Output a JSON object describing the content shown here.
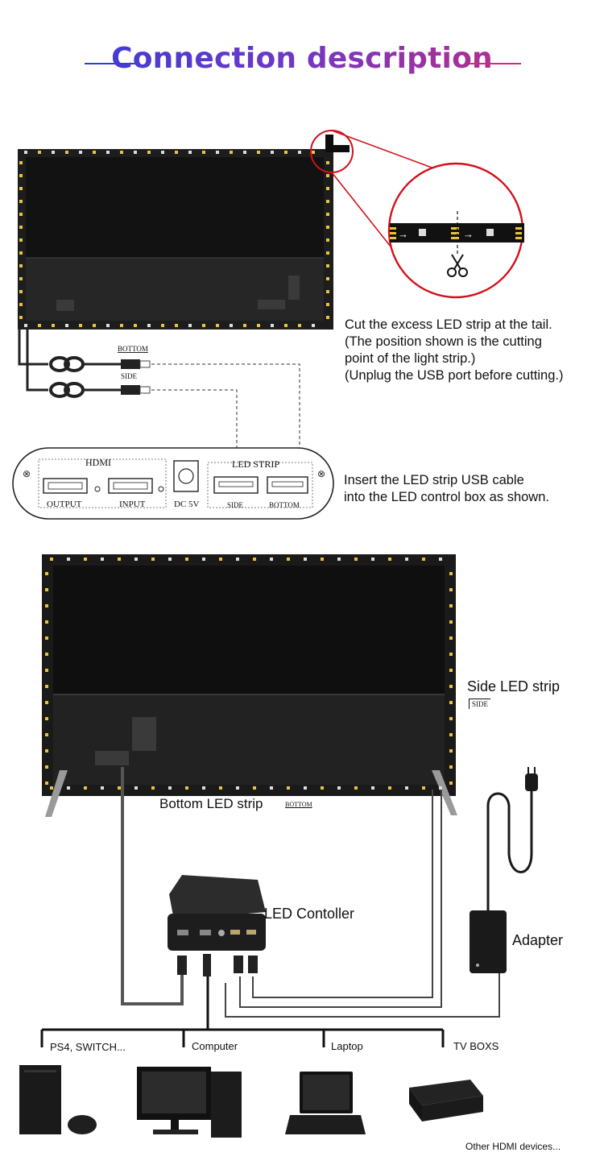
{
  "header": {
    "title": "Connection description",
    "line_color_left": "#2b3fd6",
    "line_color_right": "#d02b76"
  },
  "section1": {
    "cut_note": {
      "line1": "Cut the excess LED strip at the tail.",
      "line2": "(The position shown is the cutting",
      "line3": "point of the light strip.)",
      "line4": "(Unplug the USB port before cutting.)"
    },
    "cable_bottom_label": "BOTTOM",
    "cable_side_label": "SIDE",
    "control_box": {
      "hdmi_label": "HDMI",
      "output_label": "OUTPUT",
      "input_label": "INPUT",
      "dc_label": "DC 5V",
      "led_strip_label": "LED STRIP",
      "side_label": "SIDE",
      "bottom_label": "BOTTOM"
    },
    "insert_note": {
      "line1": "Insert the LED strip USB cable",
      "line2": "into the LED control box as shown."
    },
    "highlight_color": "#d3101a"
  },
  "section2": {
    "side_strip_label": "Side LED strip",
    "side_tag": "SIDE",
    "bottom_strip_label": "Bottom LED strip",
    "bottom_tag": "BOTTOM",
    "controller_label": "LED Contoller",
    "adapter_label": "Adapter",
    "devices": [
      {
        "label": "PS4, SWITCH...",
        "icon": "game-console-icon"
      },
      {
        "label": "Computer",
        "icon": "desktop-computer-icon"
      },
      {
        "label": "Laptop",
        "icon": "laptop-icon"
      },
      {
        "label": "TV BOXS",
        "icon": "tv-box-icon"
      }
    ],
    "other_note": "Other HDMI devices..."
  }
}
